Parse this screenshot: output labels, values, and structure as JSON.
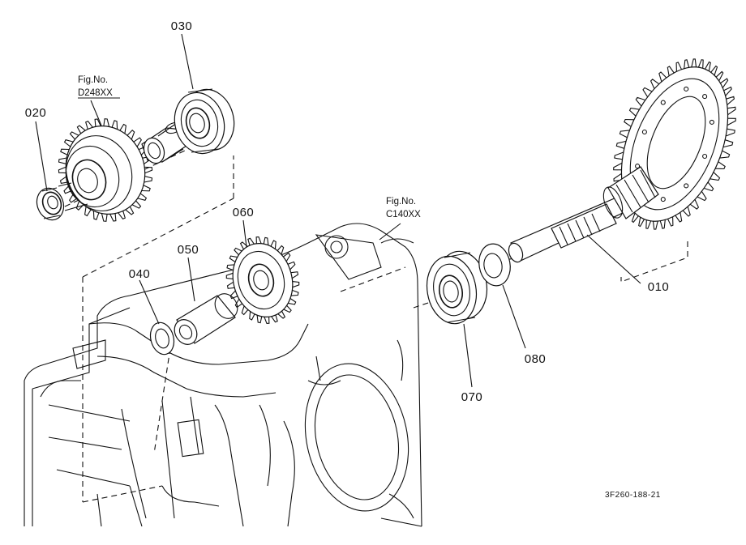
{
  "parts": [
    {
      "number": "010"
    },
    {
      "number": "020"
    },
    {
      "number": "030"
    },
    {
      "number": "040"
    },
    {
      "number": "050"
    },
    {
      "number": "060"
    },
    {
      "number": "070"
    },
    {
      "number": "080"
    }
  ],
  "figure_refs": [
    {
      "label": "Fig.No.",
      "code": "D248XX"
    },
    {
      "label": "Fig.No.",
      "code": "C140XX"
    }
  ],
  "drawing_code": "3F260-188-21"
}
